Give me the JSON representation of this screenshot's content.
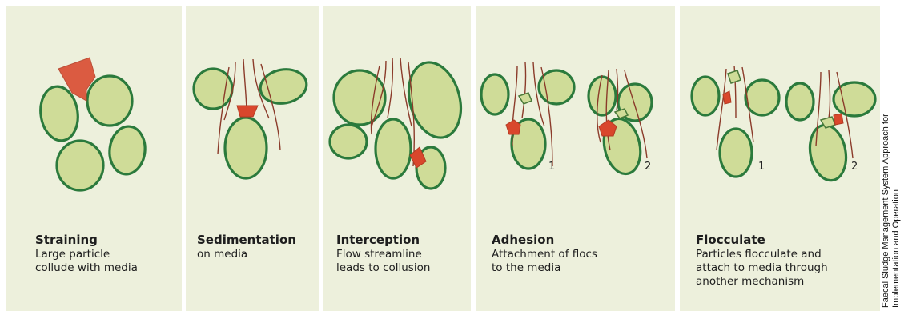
{
  "panels": [
    {
      "title": "Straining",
      "description": "Large particle\ncollude with media"
    },
    {
      "title": "Sedimentation",
      "description": "on media"
    },
    {
      "title": "Interception",
      "description": "Flow streamline\nleads to collusion"
    },
    {
      "title": "Adhesion",
      "description": "Attachment of flocs\nto the media"
    },
    {
      "title": "Flocculate",
      "description": "Particles flocculate and\nattach to media through\nanother mechanism"
    }
  ],
  "step_labels": {
    "one": "1",
    "two": "2"
  },
  "side_note": [
    "Faecal Sludge Management System Approach for",
    "Implementation and Operation"
  ],
  "colors": {
    "panel_bg": "#edf0dc",
    "grain_fill": "#cfdc98",
    "grain_stroke": "#2b7a3c",
    "particle": "#d9472c",
    "flow_line": "#8b3b2a"
  }
}
